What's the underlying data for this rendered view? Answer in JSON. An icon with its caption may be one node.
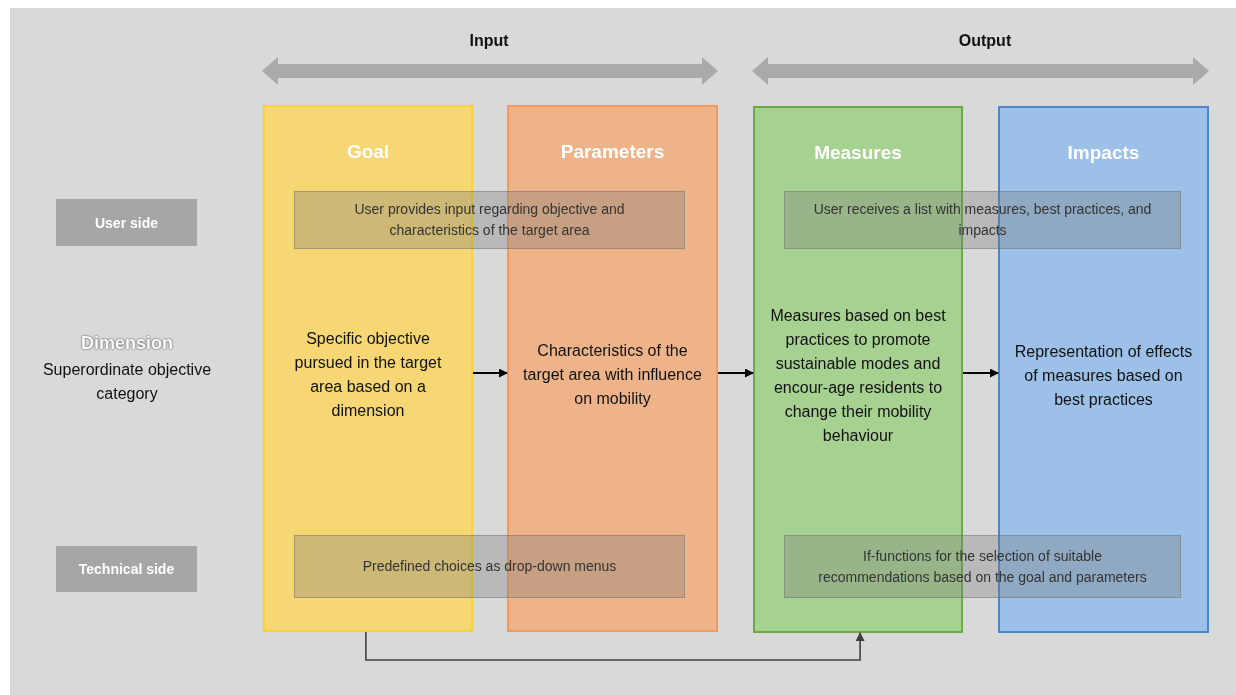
{
  "diagram": {
    "nodes": [
      {
        "text": [
          "Goal",
          "Specific objective pursued in the target area based on a dimension"
        ]
      },
      {
        "text": [
          "Parameters",
          "Characteristics of the target area with influence on mobility"
        ]
      },
      {
        "text": [
          "Measures",
          "Measures based on best practices to promote sustainable modes and encour-age residents to change their mobility behaviour"
        ]
      },
      {
        "text": [
          "Impacts",
          "Representation of effects of measures based on best practices"
        ]
      },
      {
        "text": [
          "User side"
        ]
      },
      {
        "text": [
          "Technical side"
        ]
      },
      {
        "text": [
          "User provides input regarding objective and characteristics of the target area"
        ]
      },
      {
        "text": [
          "User receives a list with measures, best practices, and impacts"
        ]
      },
      {
        "text": [
          "Predefined choices as drop-down menus"
        ]
      },
      {
        "text": [
          "If-functions for the selection of suitable recommendations based on the goal and parameters"
        ]
      }
    ],
    "edges": [
      {
        "from": 0,
        "to": 1,
        "arrow": "to"
      },
      {
        "from": 1,
        "to": 2,
        "arrow": "to"
      },
      {
        "from": 2,
        "to": 3,
        "arrow": "to"
      },
      {
        "from": 0,
        "to": 2,
        "arrow": "to",
        "color": "#404040"
      }
    ],
    "labels": [
      "Input",
      "Output",
      "Dimension",
      "Superordinate objective category"
    ]
  }
}
